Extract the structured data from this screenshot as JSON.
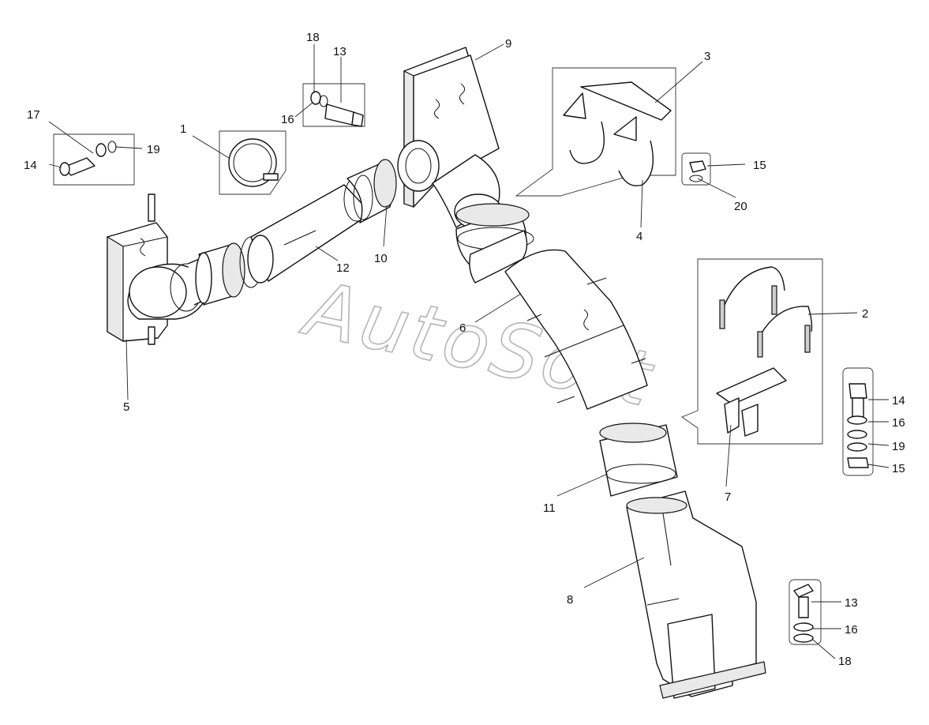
{
  "watermark": "AutoSoft",
  "callouts": {
    "c1": "1",
    "c2": "2",
    "c3": "3",
    "c4": "4",
    "c5": "5",
    "c6": "6",
    "c7": "7",
    "c8": "8",
    "c9": "9",
    "c10": "10",
    "c11": "11",
    "c12": "12",
    "c13a": "13",
    "c13b": "13",
    "c14a": "14",
    "c14b": "14",
    "c15a": "15",
    "c15b": "15",
    "c16a": "16",
    "c16b": "16",
    "c16c": "16",
    "c17": "17",
    "c18a": "18",
    "c18b": "18",
    "c19a": "19",
    "c19b": "19",
    "c20": "20"
  }
}
